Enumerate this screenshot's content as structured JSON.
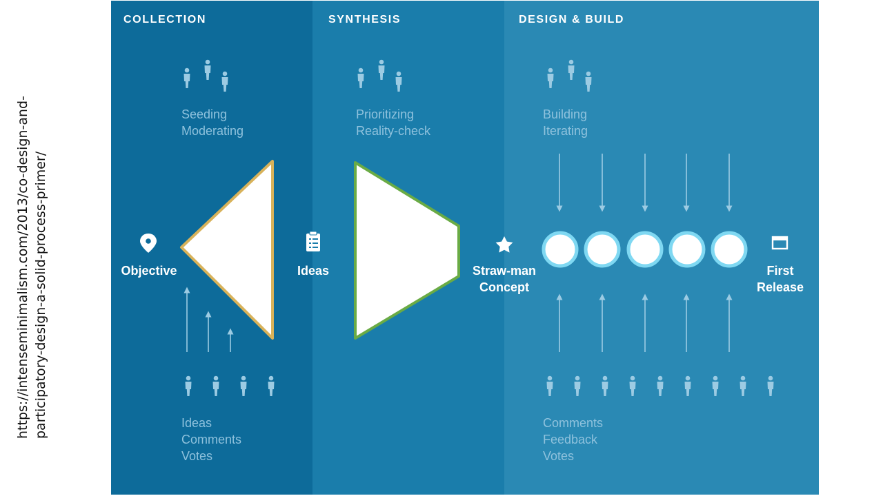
{
  "source_url": {
    "line1": "https://intenseminimalism.com/2013/co-design-and-",
    "line2": "participatory-design-a-solid-process-primer/"
  },
  "colors": {
    "collection_bg": "#0d6b9a",
    "synthesis_bg": "#1a7dab",
    "design_bg": "#2a89b4",
    "collection_funnel_border": "#d8b25a",
    "synthesis_funnel_border": "#6aab45",
    "soft_text": "#8fc2dd"
  },
  "phases": {
    "collection": {
      "title": "COLLECTION",
      "roles": [
        "Seeding",
        "Moderating"
      ],
      "inputs": [
        "Ideas",
        "Comments",
        "Votes"
      ]
    },
    "synthesis": {
      "title": "SYNTHESIS",
      "roles": [
        "Prioritizing",
        "Reality-check"
      ]
    },
    "design_build": {
      "title": "DESIGN & BUILD",
      "roles": [
        "Building",
        "Iterating"
      ],
      "inputs": [
        "Comments",
        "Feedback",
        "Votes"
      ]
    }
  },
  "milestones": {
    "objective": {
      "icon": "map-pin-icon",
      "lines": [
        "Objective"
      ]
    },
    "ideas": {
      "icon": "clipboard-icon",
      "lines": [
        "Ideas"
      ]
    },
    "strawman": {
      "icon": "star-icon",
      "lines": [
        "Straw-man",
        "Concept"
      ]
    },
    "first_release": {
      "icon": "window-icon",
      "lines": [
        "First",
        "Release"
      ]
    }
  }
}
